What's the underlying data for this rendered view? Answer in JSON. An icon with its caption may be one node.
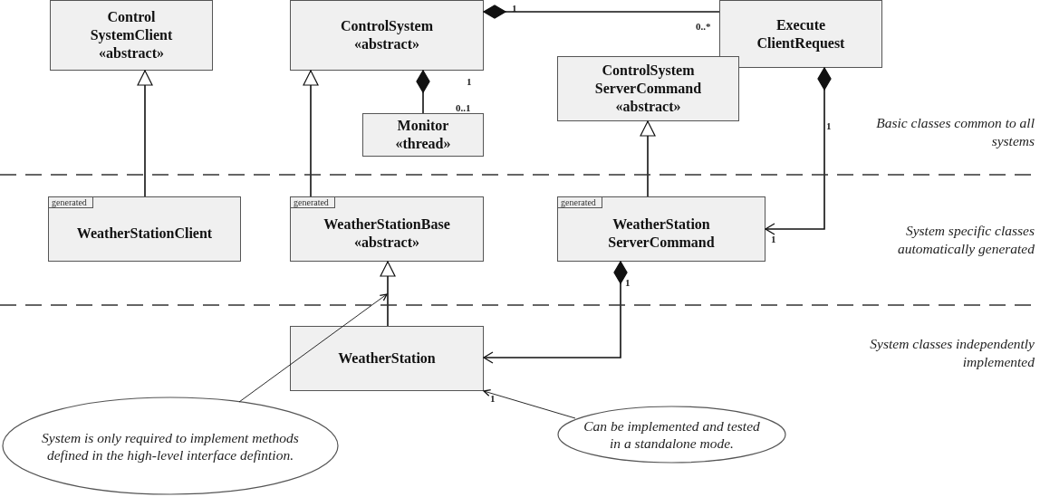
{
  "diagram": {
    "nodes": [
      {
        "text": [
          "Control SystemClient",
          "«abstract»"
        ]
      },
      {
        "text": [
          "ControlSystem",
          "«abstract»"
        ]
      },
      {
        "text": [
          "Monitor",
          "«thread»"
        ]
      },
      {
        "text": [
          "Execute ClientRequest"
        ]
      },
      {
        "text": [
          "ControlSystem ServerCommand",
          "«abstract»"
        ]
      },
      {
        "text": [
          "generated",
          "WeatherStationClient"
        ]
      },
      {
        "text": [
          "generated",
          "WeatherStationBase",
          "«abstract»"
        ]
      },
      {
        "text": [
          "generated",
          "WeatherStation ServerCommand"
        ]
      },
      {
        "text": [
          "WeatherStation"
        ]
      },
      {
        "text": [
          "System is only required to implement methods defined in the high-level interface defintion."
        ]
      },
      {
        "text": [
          "Can be implemented and tested in a standalone mode."
        ]
      }
    ],
    "edges": [
      {
        "from": 5,
        "to": 0,
        "arrow": "to"
      },
      {
        "from": 6,
        "to": 1,
        "arrow": "to"
      },
      {
        "from": 2,
        "to": 1,
        "arrow": "other"
      },
      {
        "from": 3,
        "to": 1,
        "arrow": "other"
      },
      {
        "from": 7,
        "to": 4,
        "arrow": "to"
      },
      {
        "from": 3,
        "to": 7,
        "arrow": "to"
      },
      {
        "from": 8,
        "to": 6,
        "arrow": "to"
      },
      {
        "from": 7,
        "to": 8,
        "arrow": "to"
      },
      {
        "from": 9,
        "to": null,
        "arrow": "to"
      },
      {
        "from": 10,
        "to": 8,
        "arrow": "to"
      }
    ],
    "labels": [
      "1",
      "0..*",
      "1",
      "0..1",
      "1",
      "Basic classes common to all systems",
      "System specific classes automatically generated",
      "1",
      "1",
      "System classes independently implemented",
      "1"
    ]
  }
}
